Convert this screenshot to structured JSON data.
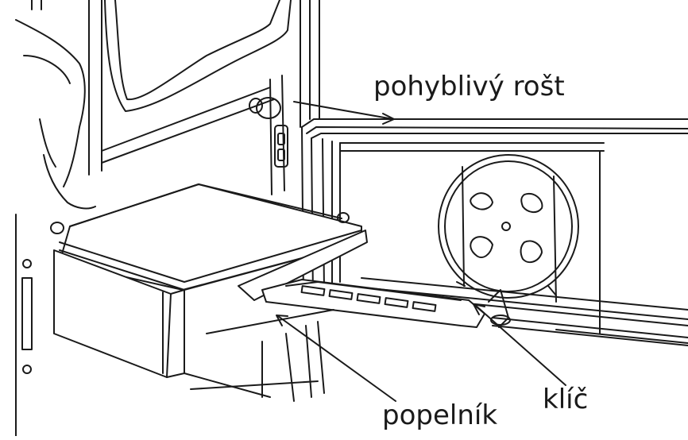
{
  "labels": {
    "grate": "pohyblivý rošt",
    "ash_pan": "popelník",
    "key": "klíč"
  },
  "colors": {
    "line": "#1a1a1a",
    "background": "#ffffff",
    "fill": "#ffffff"
  }
}
